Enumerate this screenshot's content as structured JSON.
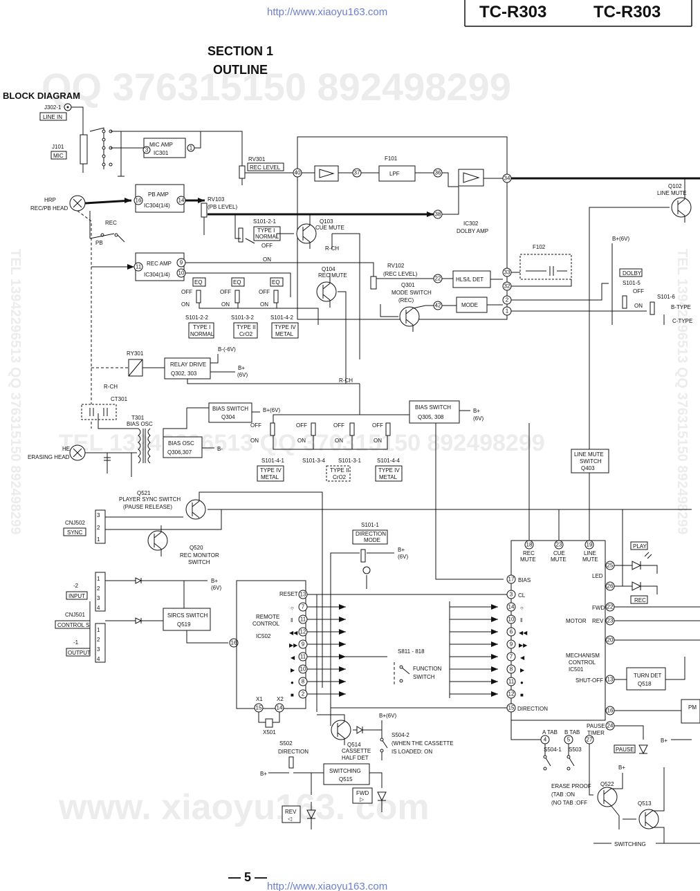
{
  "header": {
    "url_top": "http://www.xiaoyu163.com",
    "model_left": "TC-R303",
    "model_right": "TC-R303"
  },
  "section": {
    "title": "SECTION 1",
    "subtitle": "OUTLINE"
  },
  "diagram_title": "BLOCK DIAGRAM",
  "watermarks": {
    "top": "QQ 376315150   892498299",
    "middle": "TEL 13942296513   QQ 376315150   892498299",
    "bottom": "www. xiaoyu163. com",
    "left_vertical": "TEL 13942296513 QQ 376315150 892498299",
    "right_vertical": "TEL 13942296513 QQ 376315150 892498299"
  },
  "blocks": {
    "mic_amp": {
      "name": "MIC AMP",
      "ic": "IC301"
    },
    "pb_amp": {
      "name": "PB AMP",
      "ic": "IC304(1/4)"
    },
    "rec_amp": {
      "name": "REC AMP",
      "ic": "IC304(1/4)"
    },
    "lpf": {
      "name": "LPF",
      "ref": "F101"
    },
    "dolby": {
      "ref": "IC302",
      "name": "DOLBY AMP"
    },
    "hls_det": "HLS/L DET",
    "mode": "MODE",
    "relay_drive": {
      "name": "RELAY DRIVE",
      "ref": "Q302, 303"
    },
    "bias_switch_a": {
      "name": "BIAS SWITCH",
      "ref": "Q304"
    },
    "bias_switch_b": {
      "name": "BIAS SWITCH",
      "ref": "Q305, 308"
    },
    "bias_osc": {
      "name": "BIAS OSC",
      "ref": "Q306,307"
    },
    "sircs": {
      "name": "SIRCS SWITCH",
      "ref": "Q519"
    },
    "remote": {
      "name": "REMOTE",
      "name2": "CONTROL",
      "ic": "IC502"
    },
    "mechanism": {
      "name": "MECHANISM",
      "name2": "CONTROL",
      "ic": "IC501"
    },
    "turn_det": {
      "name": "TURN DET",
      "ref": "Q518"
    },
    "switching": {
      "name": "SWITCHING",
      "ref": "Q515"
    },
    "line_mute_sw": {
      "name": "LINE MUTE",
      "name2": "SWITCH",
      "ref": "Q403"
    },
    "pm": "PM"
  },
  "labels": {
    "j302": "J302-1",
    "line_in": "LINE IN",
    "j101": "J101",
    "mic": "MIC",
    "rv301": "RV301",
    "rec_level_box": "REC LEVEL",
    "hrp": "HRP",
    "hrp_desc": "REC/PB HEAD",
    "rv103": "RV103",
    "pb_level": "(PB LEVEL)",
    "rec": "REC",
    "pb": "PB",
    "s101_2_1": "S101-2-1",
    "type_i_normal": "TYPE I",
    "normal": "NORMAL",
    "q103": "Q103",
    "cue_mute": "CUE MUTE",
    "off": "OFF",
    "on": "ON",
    "r_ch": "R-CH",
    "q104": "Q104",
    "rec_mute": "REC MUTE",
    "rv102": "RV102",
    "rec_level_paren": "(REC LEVEL)",
    "q301": "Q301",
    "mode_switch": "MODE SWITCH",
    "rec_paren": "(REC)",
    "q102": "Q102",
    "line_mute": "LINE MUTE",
    "f102": "F102",
    "bplus6": "B+(6V)",
    "dolby_sw": "DOLBY",
    "s101_5": "S101-5",
    "s101_6": "S101-6",
    "b_type": "B-TYPE",
    "c_type": "C-TYPE",
    "eq": "EQ",
    "s101_2_2": "S101-2-2",
    "s101_3_2": "S101-3-2",
    "s101_4_2": "S101-4-2",
    "type1": "TYPE I",
    "type2": "TYPE II",
    "type4": "TYPE IV",
    "cro2": "CrO2",
    "metal": "METAL",
    "ry301": "RY301",
    "bminus6": "B-(-6V)",
    "bplus": "B+",
    "v6": "(6V)",
    "ct301": "CT301",
    "t301": "T301",
    "bias_osc_lbl": "BIAS OSC",
    "he": "HE",
    "erasing_head": "ERASING HEAD",
    "bminus": "B-",
    "s101_4_1": "S101-4-1",
    "s101_3_4": "S101-3-4",
    "s101_3_1": "S101-3-1",
    "s101_4_4": "S101-4-4",
    "q521": "Q521",
    "player_sync": "PLAYER SYNC SWITCH",
    "pause_release": "(PAUSE RELEASE)",
    "cnj502": "CNJ502",
    "sync": "SYNC",
    "q520": "Q520",
    "rec_monitor": "REC MONITOR",
    "switch": "SWITCH",
    "cnj501": "CNJ501",
    "control_s": "CONTROL S",
    "input": "INPUT",
    "output": "OUTPUT",
    "m2": "-2",
    "m1": "-1",
    "s101_1": "S101-1",
    "direction_mode": "DIRECTION",
    "mode_w": "MODE",
    "reset": "RESET",
    "x1": "X1",
    "x2": "X2",
    "x501": "X501",
    "s811": "S811 - 818",
    "function": "FUNCTION",
    "switch2": "SWITCH",
    "rec_mute2": "REC",
    "mute": "MUTE",
    "cue": "CUE",
    "line": "LINE",
    "bias": "BIAS",
    "cl": "CL",
    "direction": "DIRECTION",
    "play": "PLAY",
    "rec_led": "REC",
    "led": "LED",
    "fwd": "FWD",
    "rev": "REV",
    "motor": "MOTOR",
    "shut_off": "SHUT-OFF",
    "a_tab": "A TAB",
    "b_tab": "B TAB",
    "pause_timer": "PAUSE",
    "timer": "TIMER",
    "s504_1": "S504-1",
    "s503": "S503",
    "s504_2": "S504-2",
    "when_cassette": "(WHEN THE CASSETTE",
    "is_loaded": "IS LOADED: ON",
    "s502": "S502",
    "direction_s": "DIRECTION",
    "q514": "Q514",
    "cassette": "CASSETTE",
    "half_det": "HALF DET",
    "fwd_box": "FWD",
    "rev_box": "REV",
    "pause_box": "PAUSE",
    "erase_proof": "ERASE PROOF",
    "tab_on": "(TAB :ON",
    "no_tab": "(NO TAB :OFF",
    "q522": "Q522",
    "q513": "Q513",
    "switching_lbl": "SWITCHING"
  },
  "footer": {
    "page": "— 5 —",
    "url_bottom": "http://www.xiaoyu163.com"
  }
}
